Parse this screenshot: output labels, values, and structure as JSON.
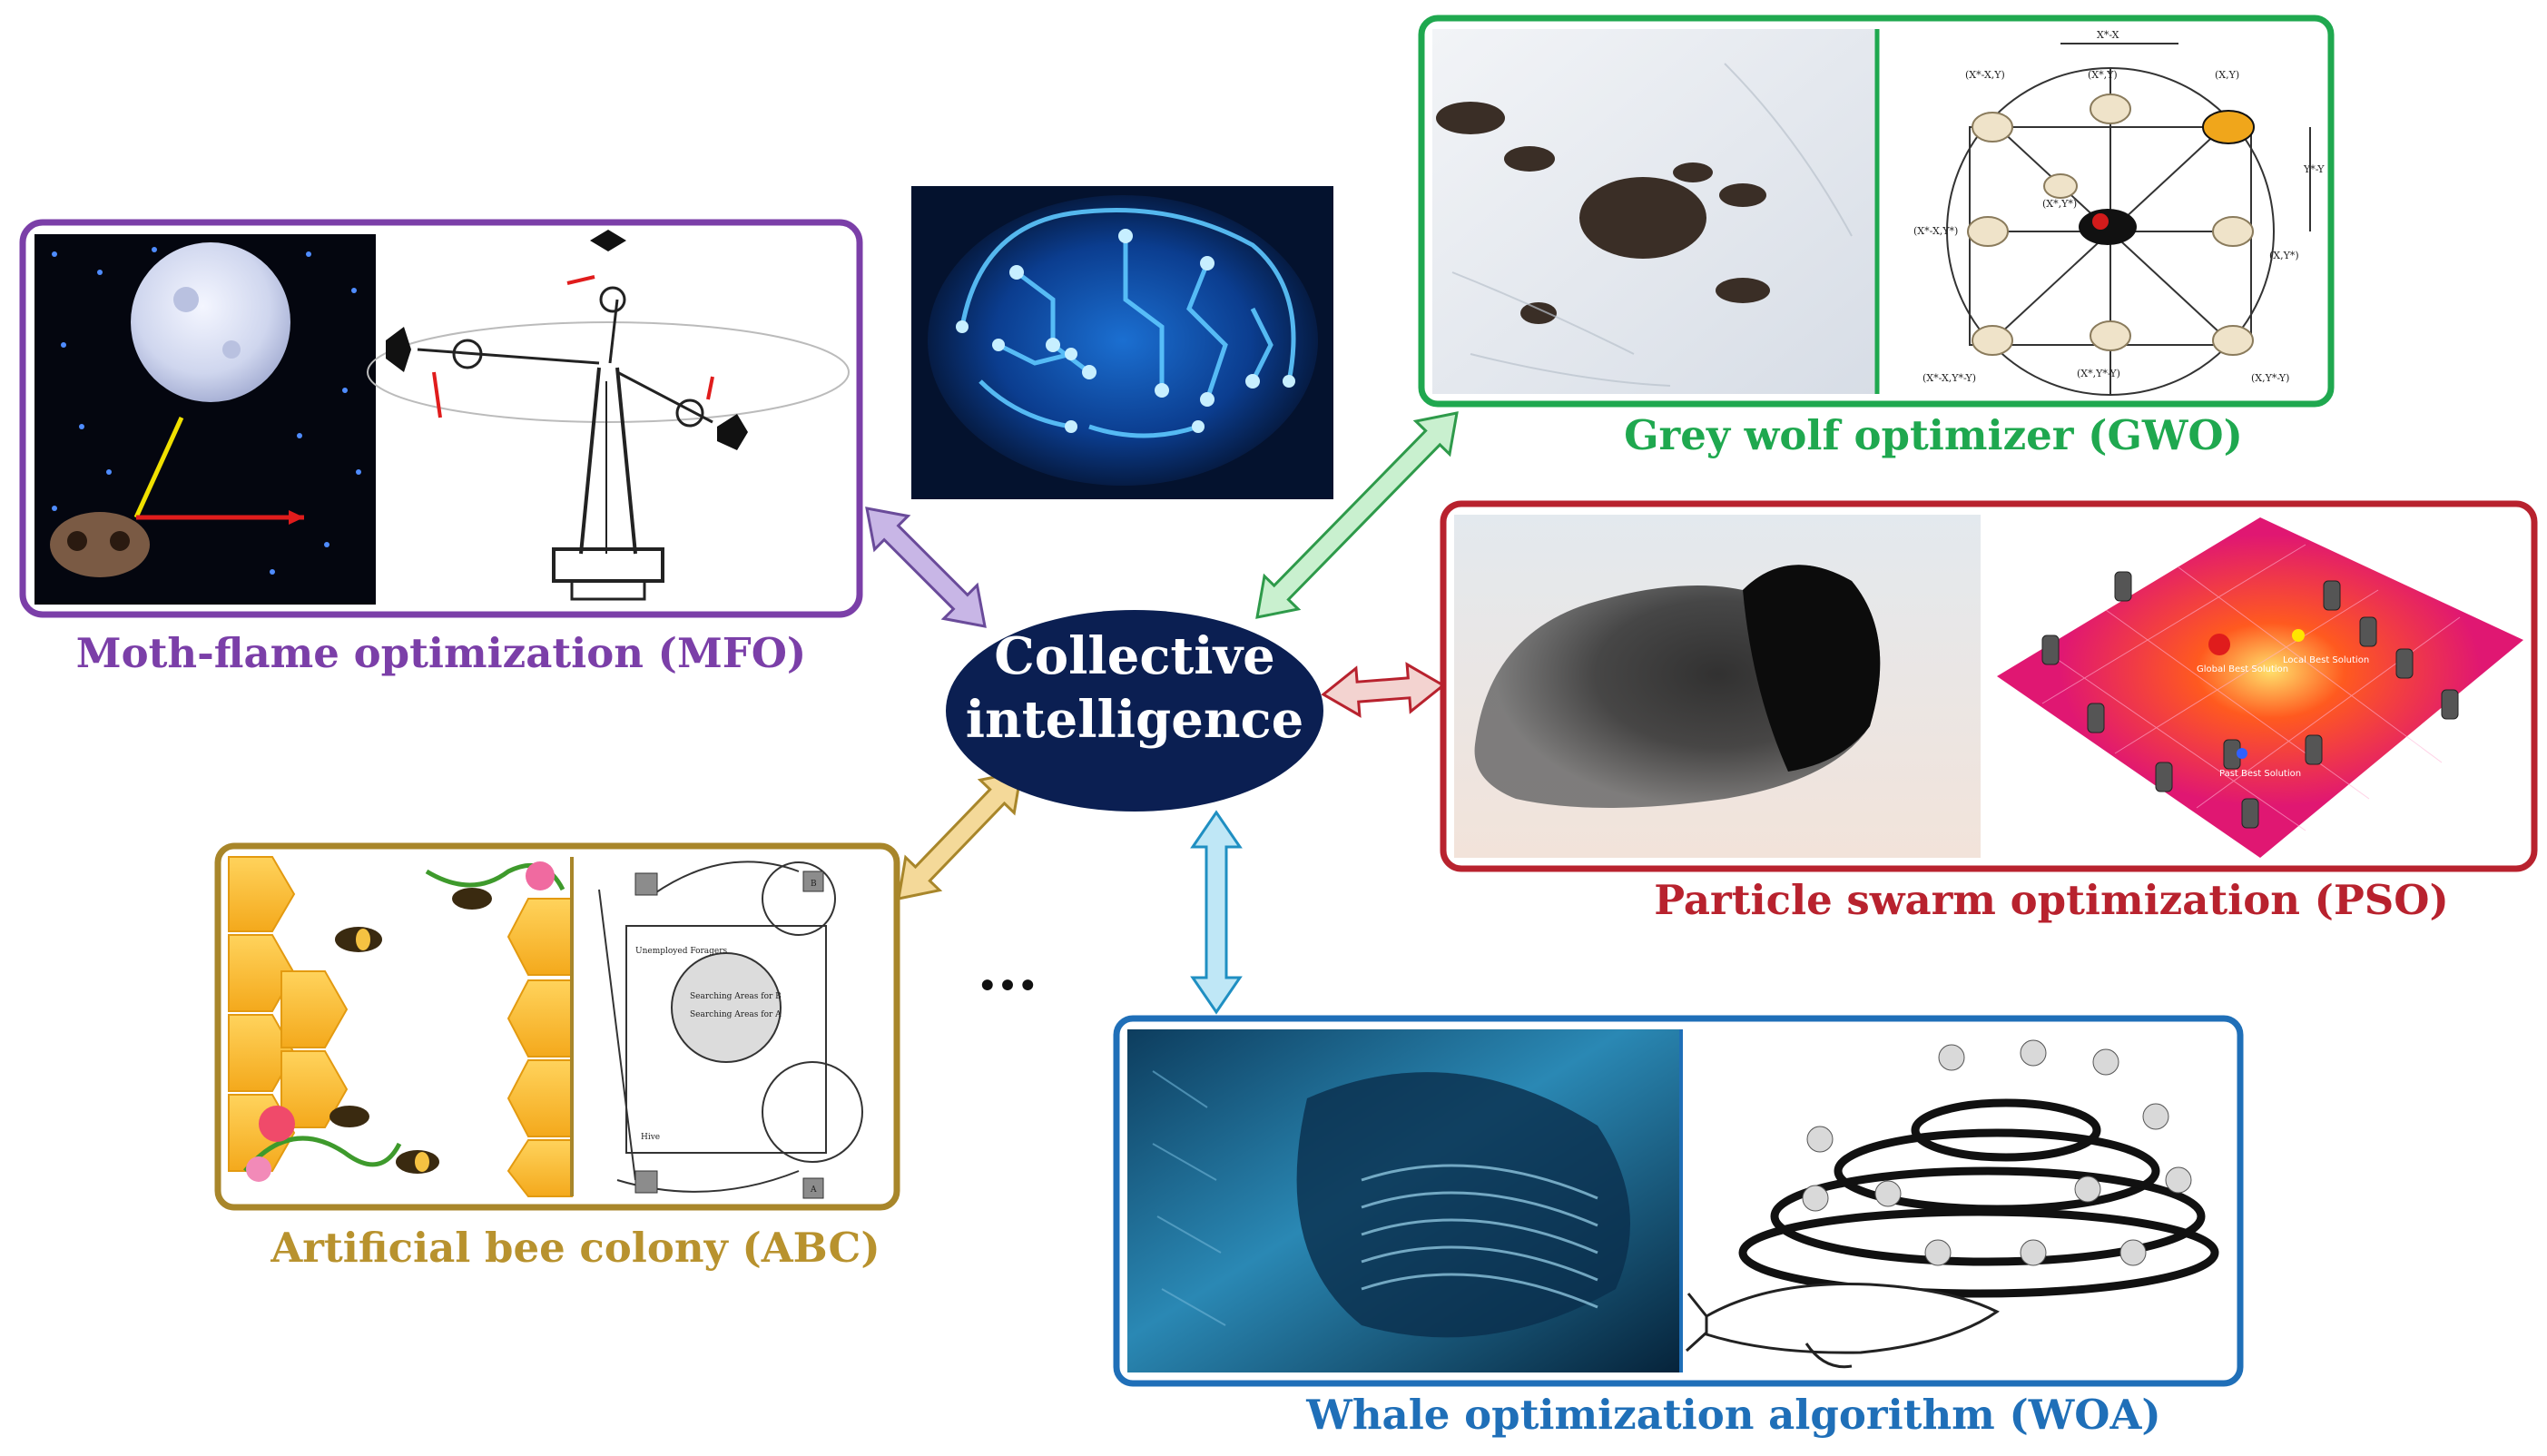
{
  "center": {
    "line1": "Collective",
    "line2": "intelligence",
    "fill_color": "#0b1f52",
    "text_color": "#ffffff"
  },
  "ellipsis": "...",
  "panels": {
    "mfo": {
      "label": "Moth-flame optimization (MFO)",
      "color": "#7b3fa8",
      "arrow_color": "#c8b6e6"
    },
    "gwo": {
      "label": "Grey wolf optimizer (GWO)",
      "color": "#1fa84f",
      "arrow_color": "#c9f0cf",
      "diagram_labels": [
        "(X*-X,Y)",
        "(X*,Y)",
        "(X,Y)",
        "(X*,Y*)",
        "(X*-X,Y*)",
        "(X,Y*)",
        "(X*-X,Y*-Y)",
        "(X*,Y*-Y)",
        "(X,Y*-Y)",
        "X*-X",
        "Y*-Y"
      ]
    },
    "pso": {
      "label": "Particle swarm optimization (PSO)",
      "color": "#b8222e",
      "arrow_color": "#f3d3d0",
      "diagram_labels": [
        "Global Best Solution",
        "Local Best Solution",
        "Past Best Solution"
      ]
    },
    "abc": {
      "label": "Artificial bee colony (ABC)",
      "color": "#a8862a",
      "arrow_color": "#f4d999",
      "diagram_labels": [
        "Unemployed Foragers",
        "Searching Areas for B",
        "Searching Areas for A",
        "Hive",
        "A",
        "B"
      ]
    },
    "woa": {
      "label": "Whale optimization algorithm (WOA)",
      "color": "#1f6fb8",
      "arrow_color": "#bfe7f6"
    }
  }
}
